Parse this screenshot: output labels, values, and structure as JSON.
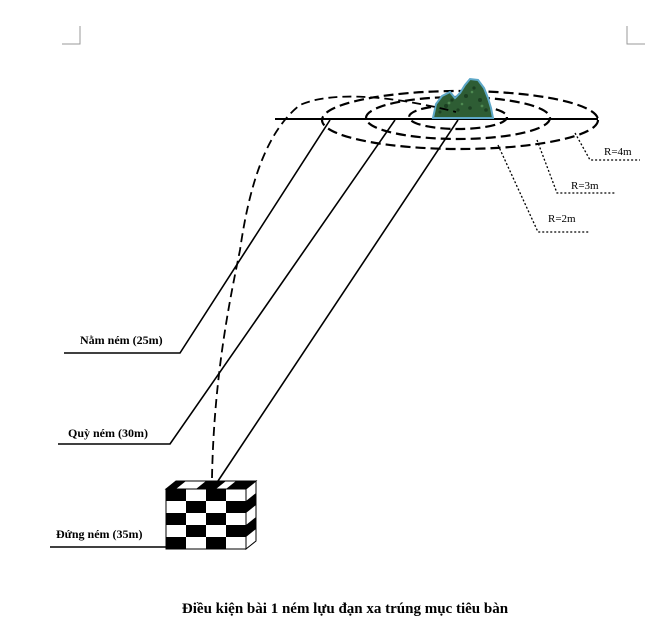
{
  "diagram": {
    "caption": "Điều kiện bài 1 ném lựu đạn xa trúng mục tiêu bàn",
    "positions": [
      {
        "id": "lying",
        "label": "Nằm ném (25m)"
      },
      {
        "id": "kneeling",
        "label": "Quỳ ném (30m)"
      },
      {
        "id": "standing",
        "label": "Đứng ném (35m)"
      }
    ],
    "rings": [
      {
        "id": "r4",
        "label": "R=4m"
      },
      {
        "id": "r3",
        "label": "R=3m"
      },
      {
        "id": "r2",
        "label": "R=2m"
      }
    ],
    "colors": {
      "line": "#000000",
      "target_fill": "#2e5d34",
      "target_edge": "#5ea8c8"
    }
  }
}
